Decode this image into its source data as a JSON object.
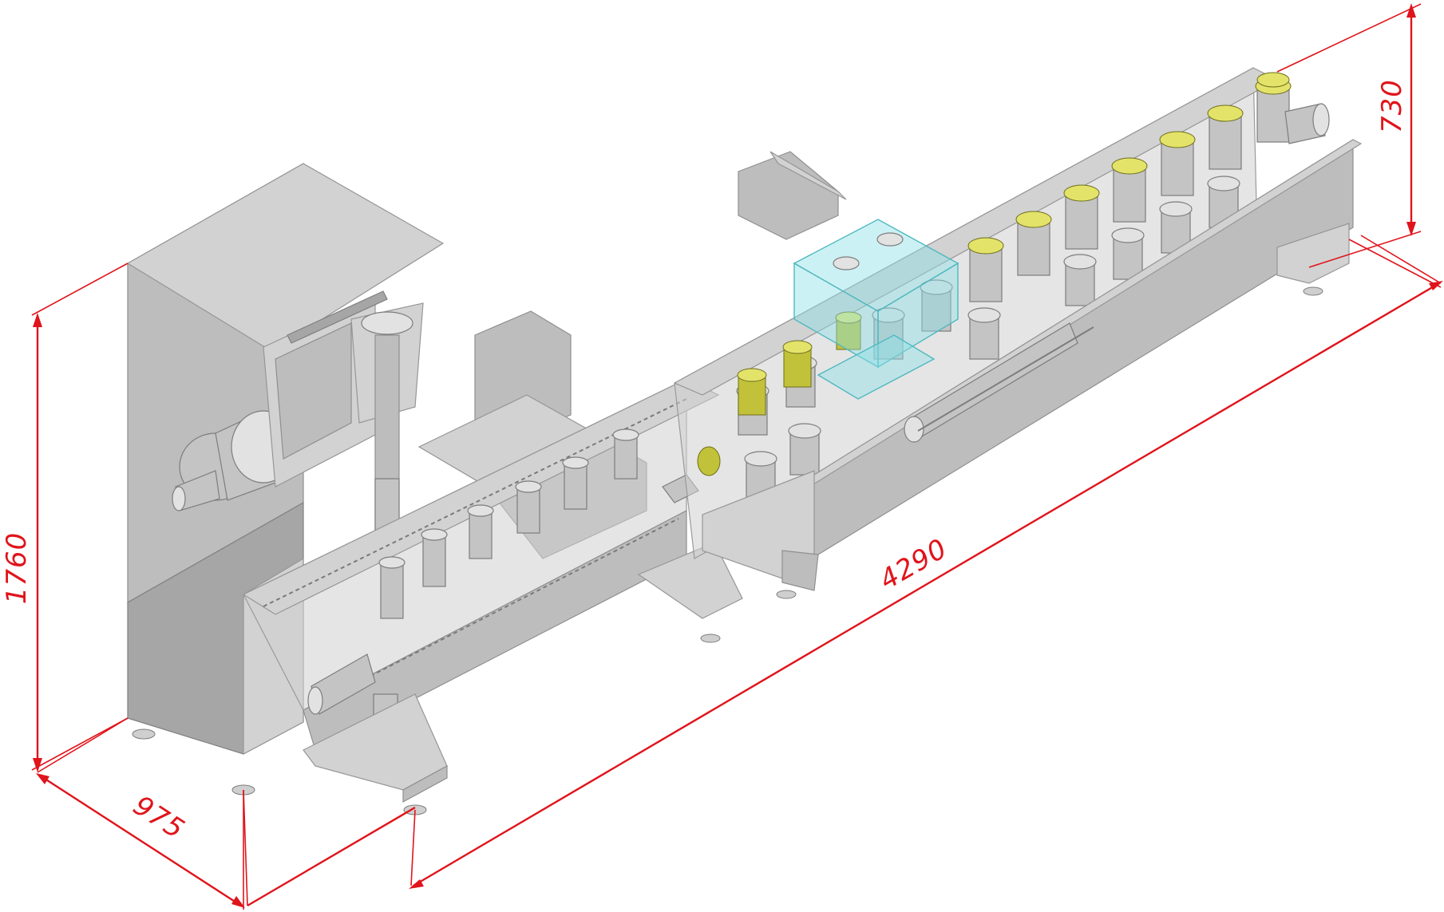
{
  "dimensions": {
    "height": "1760",
    "depth": "975",
    "length": "4290",
    "upper_height": "730"
  },
  "colors": {
    "dimension_red": "#e0141b",
    "machine_grey": "#bdbdbd",
    "highlight_yellow": "#c2c23a",
    "glass_cyan": "#8fe0e6"
  }
}
